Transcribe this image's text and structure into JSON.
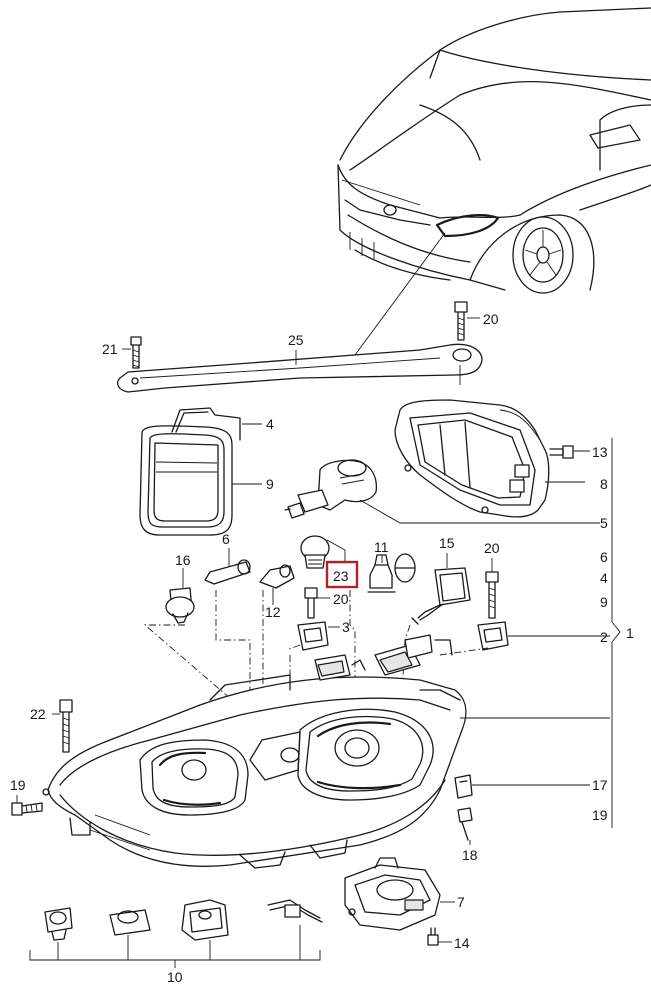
{
  "diagram": {
    "highlight_color": "#b81f24",
    "labels": {
      "p1": "1",
      "p2": "2",
      "p3": "3",
      "p4": "4",
      "p5": "5",
      "p6": "6",
      "p7": "7",
      "p8": "8",
      "p9": "9",
      "p10": "10",
      "p11": "11",
      "p12": "12",
      "p13": "13",
      "p14": "14",
      "p15": "15",
      "p16": "16",
      "p17": "17",
      "p18": "18",
      "p19": "19",
      "p20a": "20",
      "p20b": "20",
      "p20c": "20",
      "p21": "21",
      "p22": "22",
      "p23": "23",
      "p25": "25"
    },
    "group_right": [
      "6",
      "4",
      "9",
      "2",
      "17",
      "19"
    ]
  }
}
